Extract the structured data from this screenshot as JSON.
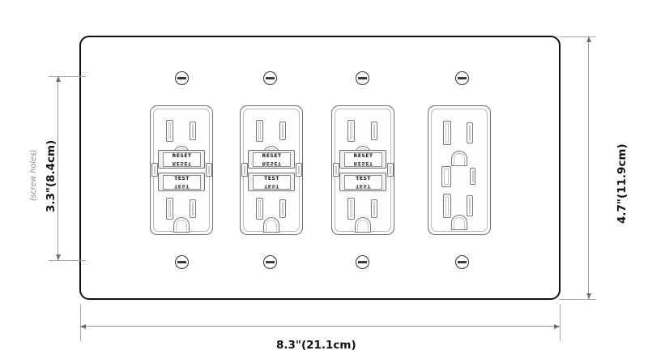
{
  "drawing": {
    "title": "4-gang wall plate with three GFCI receptacles and one duplex receptacle",
    "plate_color": "#ffffff",
    "outline_color": "#111111",
    "dimension_color": "#9a9a9a"
  },
  "dimensions": {
    "height": {
      "label": "4.7\"(11.9cm)",
      "inches": 4.7,
      "cm": 11.9,
      "position": "right"
    },
    "width": {
      "label": "8.3\"(21.1cm)",
      "inches": 8.3,
      "cm": 21.1,
      "position": "bottom"
    },
    "screw_span": {
      "label": "3.3\"(8.4cm)",
      "inches": 3.3,
      "cm": 8.4,
      "note": "(screw holes)",
      "position": "left"
    }
  },
  "outlets": [
    {
      "index": 1,
      "type": "gfci",
      "buttons": {
        "reset": "RESET",
        "test": "TEST"
      }
    },
    {
      "index": 2,
      "type": "gfci",
      "buttons": {
        "reset": "RESET",
        "test": "TEST"
      }
    },
    {
      "index": 3,
      "type": "gfci",
      "buttons": {
        "reset": "RESET",
        "test": "TEST"
      }
    },
    {
      "index": 4,
      "type": "duplex",
      "buttons": {
        "reset": "",
        "test": ""
      }
    }
  ],
  "screws": {
    "count": 8,
    "icon": "screw-slot-icon"
  }
}
